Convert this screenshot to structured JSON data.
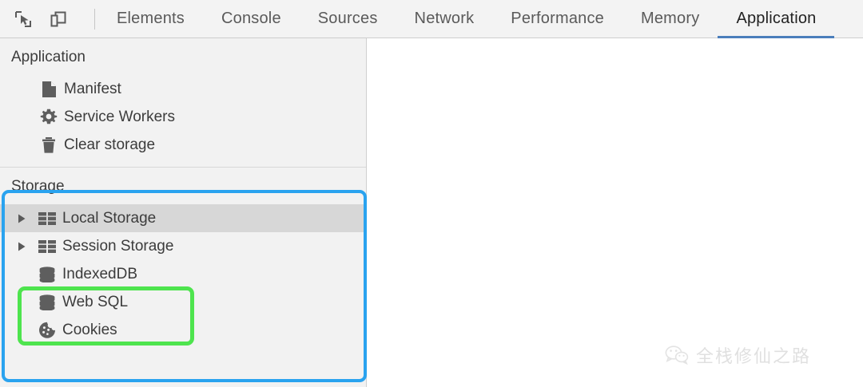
{
  "toolbar": {
    "icons": [
      {
        "name": "inspect-element-icon",
        "title": "Inspect element"
      },
      {
        "name": "device-toolbar-icon",
        "title": "Toggle device toolbar"
      }
    ],
    "tabs": [
      {
        "label": "Elements",
        "active": false
      },
      {
        "label": "Console",
        "active": false
      },
      {
        "label": "Sources",
        "active": false
      },
      {
        "label": "Network",
        "active": false
      },
      {
        "label": "Performance",
        "active": false
      },
      {
        "label": "Memory",
        "active": false
      },
      {
        "label": "Application",
        "active": true
      }
    ],
    "active_tab": "Application",
    "active_tab_underline_color": "#4a7ebb"
  },
  "sidebar": {
    "sections": [
      {
        "title": "Application",
        "items": [
          {
            "label": "Manifest",
            "icon": "document-icon",
            "caret": false,
            "selected": false
          },
          {
            "label": "Service Workers",
            "icon": "gear-icon",
            "caret": false,
            "selected": false
          },
          {
            "label": "Clear storage",
            "icon": "trash-icon",
            "caret": false,
            "selected": false
          }
        ]
      },
      {
        "title": "Storage",
        "items": [
          {
            "label": "Local Storage",
            "icon": "table-icon",
            "caret": true,
            "selected": true
          },
          {
            "label": "Session Storage",
            "icon": "table-icon",
            "caret": true,
            "selected": false
          },
          {
            "label": "IndexedDB",
            "icon": "database-icon",
            "caret": false,
            "selected": false
          },
          {
            "label": "Web SQL",
            "icon": "database-icon",
            "caret": false,
            "selected": false
          },
          {
            "label": "Cookies",
            "icon": "cookie-icon",
            "caret": false,
            "selected": false
          }
        ]
      }
    ]
  },
  "annotations": [
    {
      "name": "storage-section-highlight",
      "color": "#2aa3ef",
      "shape": "rounded-rectangle"
    },
    {
      "name": "database-items-highlight",
      "color": "#4ee44e",
      "shape": "rounded-rectangle"
    }
  ],
  "watermark": {
    "icon": "wechat-icon",
    "text": "全栈修仙之路"
  }
}
